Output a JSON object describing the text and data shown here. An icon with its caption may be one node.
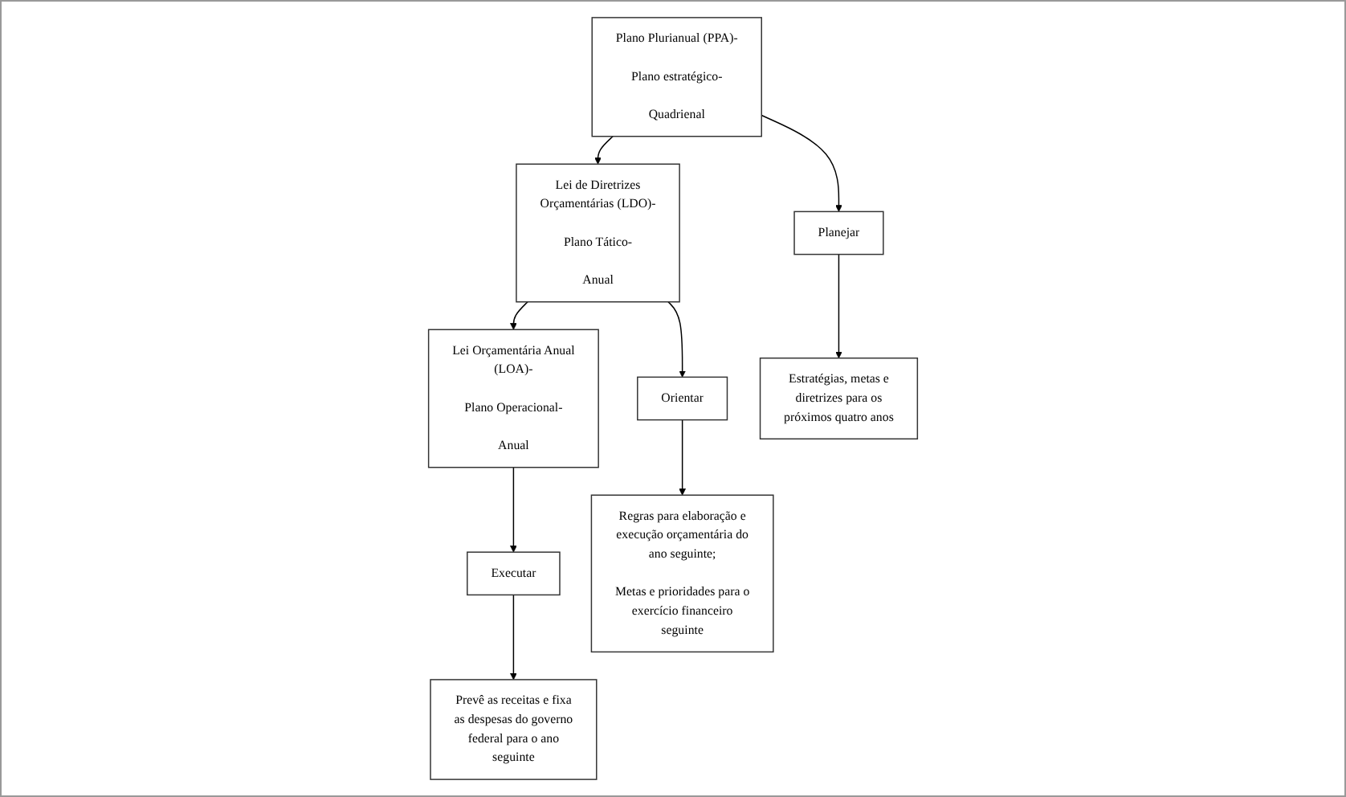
{
  "diagram": {
    "nodes": [
      {
        "text": [
          "Plano Plurianual (PPA)-",
          "Plano estratégico-",
          "Quadrienal"
        ]
      },
      {
        "text": [
          "Lei de Diretrizes Orçamentárias (LDO)-",
          "Plano Tático-",
          "Anual"
        ]
      },
      {
        "text": [
          "Lei Orçamentária Anual (LOA)-",
          "Plano Operacional-",
          "Anual"
        ]
      },
      {
        "text": [
          "Planejar"
        ]
      },
      {
        "text": [
          "Orientar"
        ]
      },
      {
        "text": [
          "Executar"
        ]
      },
      {
        "text": [
          "Estratégias, metas e diretrizes para os próximos quatro anos"
        ]
      },
      {
        "text": [
          "Regras para elaboração e execução orçamentária do ano seguinte;",
          "Metas e prioridades para o exercício financeiro seguinte"
        ]
      },
      {
        "text": [
          "Prevê as receitas e fixa as despesas do governo federal para o ano seguinte"
        ]
      }
    ],
    "edges": [
      {
        "from": 0,
        "to": 1,
        "arrow": "to"
      },
      {
        "from": 1,
        "to": 2,
        "arrow": "to"
      },
      {
        "from": 0,
        "to": 3,
        "arrow": "to"
      },
      {
        "from": 1,
        "to": 4,
        "arrow": "to"
      },
      {
        "from": 2,
        "to": 5,
        "arrow": "to"
      },
      {
        "from": 3,
        "to": 6,
        "arrow": "to"
      },
      {
        "from": 4,
        "to": 7,
        "arrow": "to"
      },
      {
        "from": 5,
        "to": 8,
        "arrow": "to"
      }
    ]
  }
}
